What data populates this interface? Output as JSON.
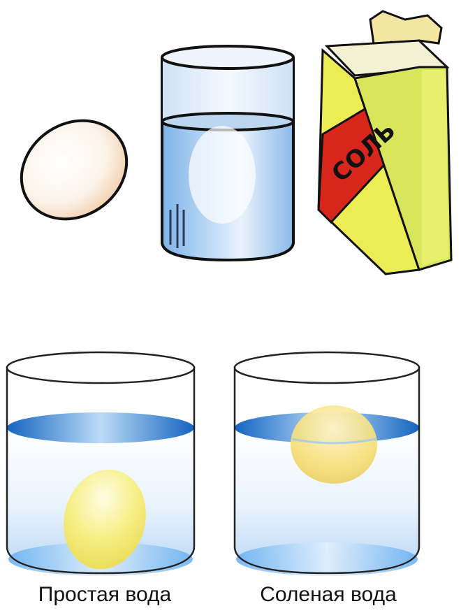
{
  "salt_box": {
    "label": "СОЛЬ"
  },
  "experiment": {
    "left_label": "Простая вода",
    "right_label": "Соленая вода"
  },
  "colors": {
    "water_blue": "#1e88e5",
    "egg_yellow": "#f3ea78",
    "box_yellow": "#ecec55",
    "box_red": "#d8261c"
  },
  "icons": {
    "egg": "egg-icon",
    "glass": "glass-icon",
    "salt_box": "salt-box-icon"
  }
}
